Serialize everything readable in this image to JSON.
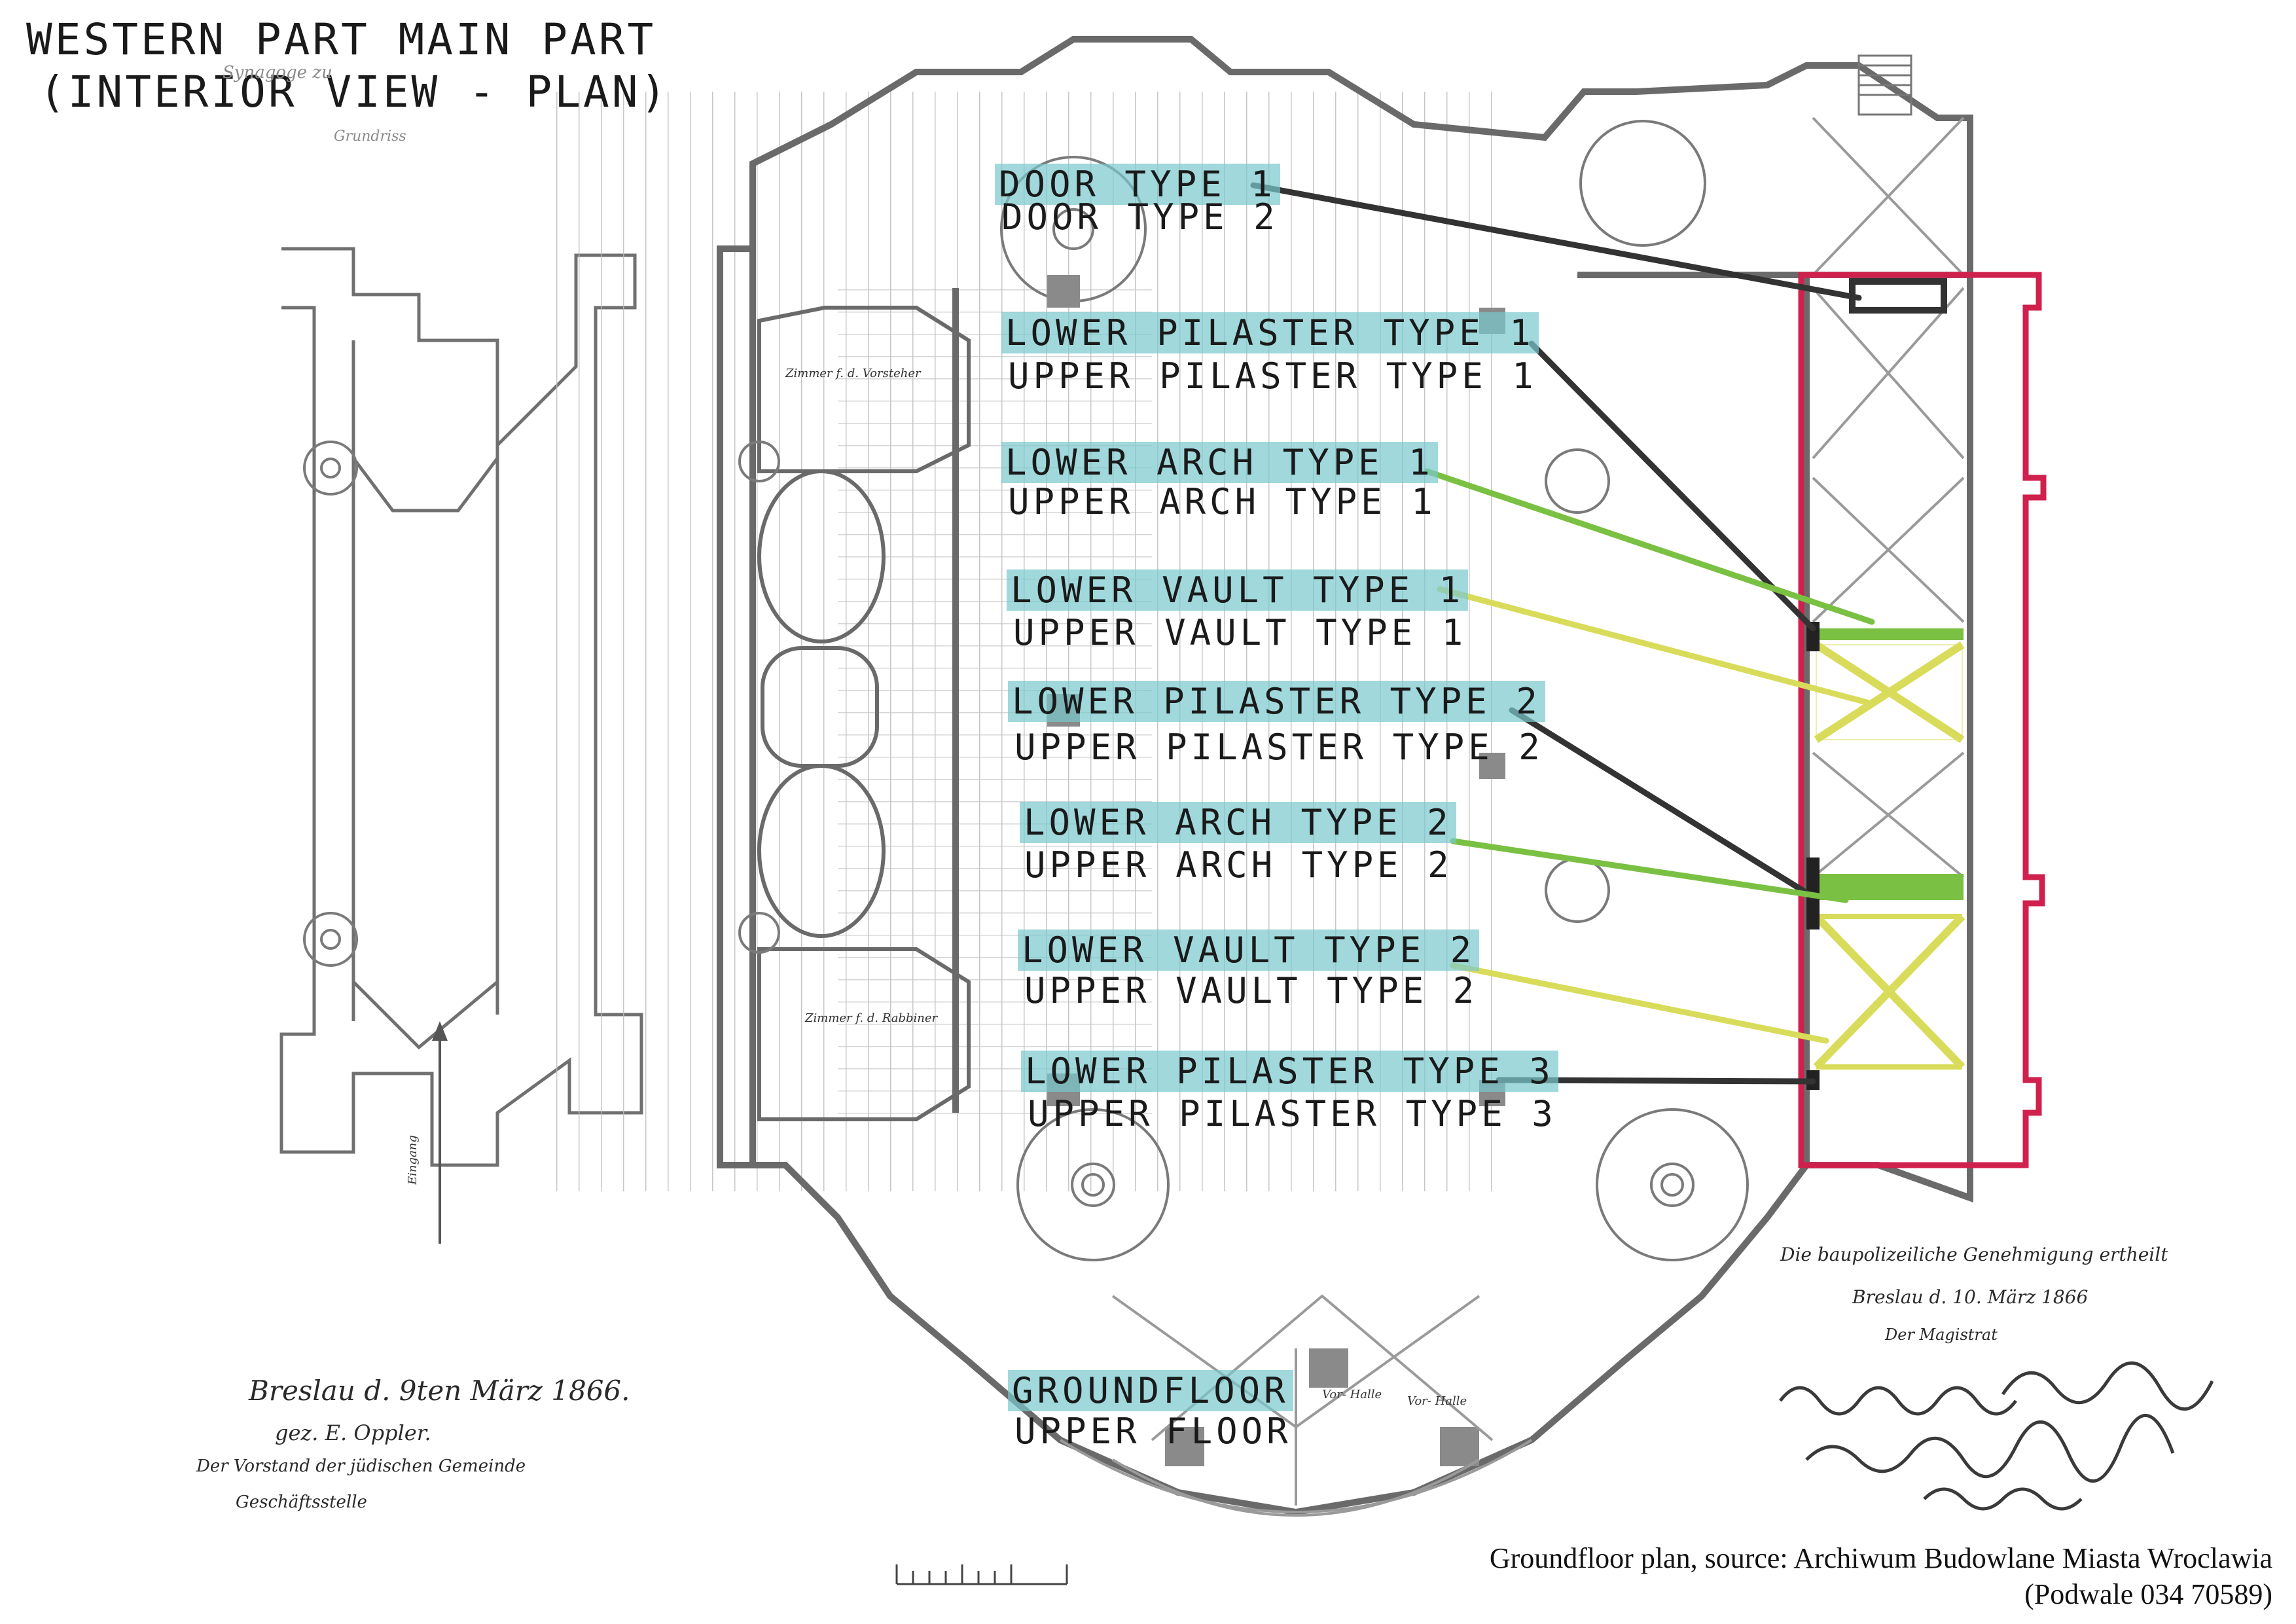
{
  "title": {
    "line1": "WESTERN PART MAIN PART",
    "line2": "(INTERIOR VIEW - PLAN)"
  },
  "faint_heading": {
    "line1": "Synagoge zu",
    "line2": "Grundriss"
  },
  "labels": [
    {
      "highlighted": "DOOR TYPE 1",
      "plain": "DOOR TYPE 2"
    },
    {
      "highlighted": "LOWER PILASTER TYPE 1",
      "plain": "UPPER PILASTER TYPE 1"
    },
    {
      "highlighted": "LOWER ARCH TYPE 1",
      "plain": "UPPER ARCH TYPE 1"
    },
    {
      "highlighted": "LOWER VAULT TYPE 1",
      "plain": "UPPER VAULT TYPE 1"
    },
    {
      "highlighted": "LOWER PILASTER TYPE 2",
      "plain": "UPPER PILASTER TYPE 2"
    },
    {
      "highlighted": "LOWER ARCH TYPE 2",
      "plain": "UPPER ARCH TYPE 2"
    },
    {
      "highlighted": "LOWER VAULT TYPE 2",
      "plain": "UPPER VAULT TYPE 2"
    },
    {
      "highlighted": "LOWER PILASTER TYPE 3",
      "plain": "UPPER PILASTER TYPE 3"
    },
    {
      "highlighted": "GROUNDFLOOR",
      "plain": "UPPER FLOOR"
    }
  ],
  "rooms": {
    "north_room": "Zimmer f. d. Vorsteher",
    "south_room": "Zimmer f. d. Rabbiner",
    "vestibule": "Vor- Halle",
    "vestibule_west": "Vor- Halle",
    "entrance": "Eingang"
  },
  "signature_left": {
    "line1": "Breslau d. 9ten März 1866.",
    "line2": "gez. E. Oppler.",
    "line3": "Der Vorstand der jüdischen Gemeinde",
    "line4": "Geschäftsstelle"
  },
  "signature_right": {
    "line1": "Die baupolizeiliche Genehmigung ertheilt",
    "line2": "Breslau d. 10. März 1866",
    "line3": "Der Magistrat"
  },
  "caption": {
    "line1": "Groundfloor plan, source: Archiwum Budowlane Miasta Wroclawia",
    "line2": "(Podwale 034 70589)"
  },
  "colors": {
    "paper": "#ffffff",
    "wall": "#6a6a6a",
    "hatch": "#b8b8b8",
    "highlight": "#78c8cd",
    "selection_outline": "#d0204d",
    "arch_green": "#7ac143",
    "vault_yellow": "#d8dc5a",
    "leader_dark": "#333333"
  }
}
